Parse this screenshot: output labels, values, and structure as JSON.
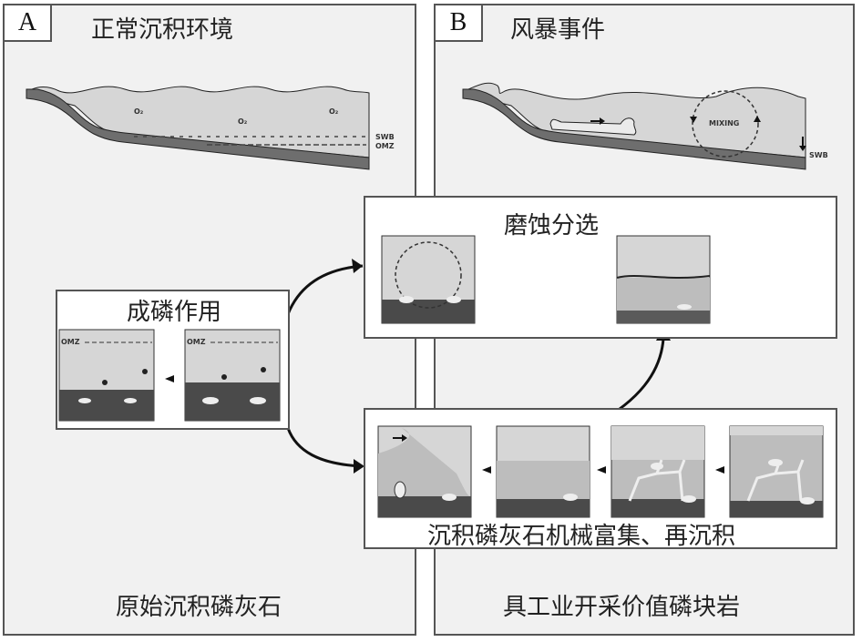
{
  "panels": {
    "a": {
      "letter": "A",
      "title": "正常沉积环境",
      "bottom_label": "原始沉积磷灰石",
      "profile_labels": {
        "oxygen": "O₂",
        "swb": "SWB",
        "omz": "OMZ"
      }
    },
    "b": {
      "letter": "B",
      "title": "风暴事件",
      "bottom_label": "具工业开采价值磷块岩",
      "profile_labels": {
        "mixing": "MIXING",
        "swb": "SWB"
      }
    }
  },
  "boxes": {
    "phosphogenesis": {
      "title": "成磷作用",
      "omz_label": "OMZ"
    },
    "erosion": {
      "title": "磨蚀分选"
    },
    "enrichment": {
      "title": "沉积磷灰石机械富集、再沉积"
    }
  },
  "colors": {
    "panel_bg": "#f1f1f1",
    "water": "#d6d6d6",
    "seafloor": "#6e6e6e",
    "sediment": "#4a4a4a",
    "border": "#555555"
  }
}
